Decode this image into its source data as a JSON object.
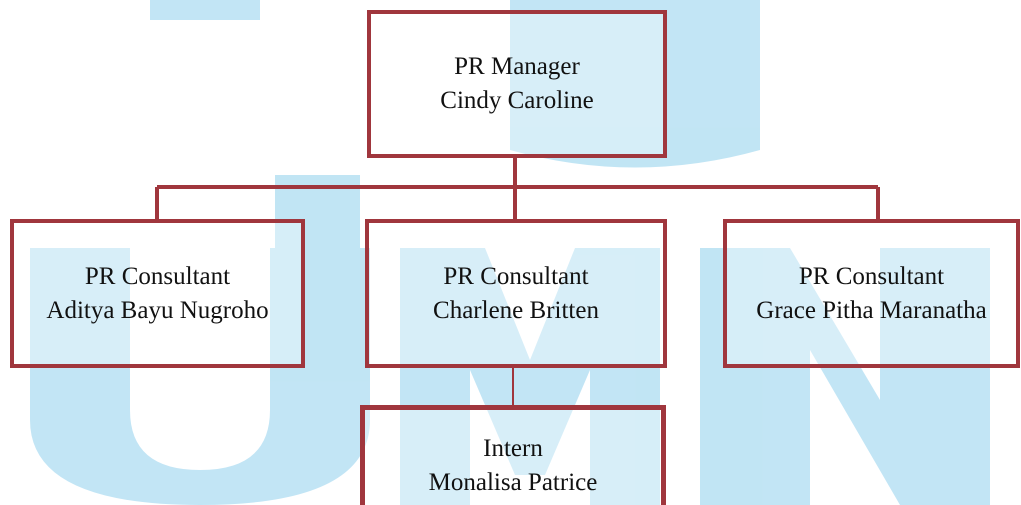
{
  "colors": {
    "line": "#a0363d",
    "watermark": "#8fd0ec"
  },
  "manager": {
    "title": "PR Manager",
    "name": "Cindy Caroline"
  },
  "consultants": [
    {
      "title": "PR Consultant",
      "name": "Aditya Bayu Nugroho"
    },
    {
      "title": "PR Consultant",
      "name": "Charlene Britten"
    },
    {
      "title": "PR Consultant",
      "name": "Grace Pitha Maranatha"
    }
  ],
  "intern": {
    "title": "Intern",
    "name": "Monalisa Patrice"
  }
}
